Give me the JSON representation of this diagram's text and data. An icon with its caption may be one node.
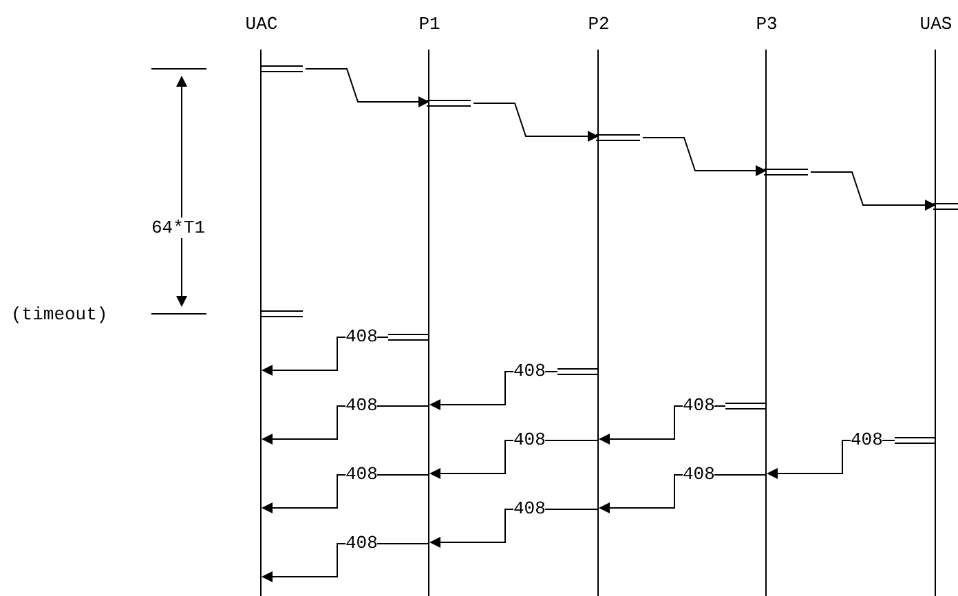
{
  "diagram": {
    "nodes": [
      {
        "text": [
          "UAC"
        ]
      },
      {
        "text": [
          "P1"
        ]
      },
      {
        "text": [
          "P2"
        ]
      },
      {
        "text": [
          "P3"
        ]
      },
      {
        "text": [
          "UAS"
        ]
      }
    ],
    "edges": [
      {
        "from": 0,
        "to": 1,
        "arrow": "to"
      },
      {
        "from": 1,
        "to": 2,
        "arrow": "to"
      },
      {
        "from": 2,
        "to": 3,
        "arrow": "to"
      },
      {
        "from": 3,
        "to": 4,
        "arrow": "to"
      },
      {
        "from": 1,
        "to": 0,
        "arrow": "to",
        "label": "408"
      },
      {
        "from": 2,
        "to": 1,
        "arrow": "to",
        "label": "408"
      },
      {
        "from": 1,
        "to": 0,
        "arrow": "to",
        "label": "408"
      },
      {
        "from": 3,
        "to": 2,
        "arrow": "to",
        "label": "408"
      },
      {
        "from": 2,
        "to": 1,
        "arrow": "to",
        "label": "408"
      },
      {
        "from": 4,
        "to": 3,
        "arrow": "to",
        "label": "408"
      },
      {
        "from": 1,
        "to": 0,
        "arrow": "to",
        "label": "408"
      },
      {
        "from": 3,
        "to": 2,
        "arrow": "to",
        "label": "408"
      },
      {
        "from": 2,
        "to": 1,
        "arrow": "to",
        "label": "408"
      },
      {
        "from": 1,
        "to": 0,
        "arrow": "to",
        "label": "408"
      }
    ],
    "labels": [
      "64*T1",
      "(timeout)"
    ]
  }
}
